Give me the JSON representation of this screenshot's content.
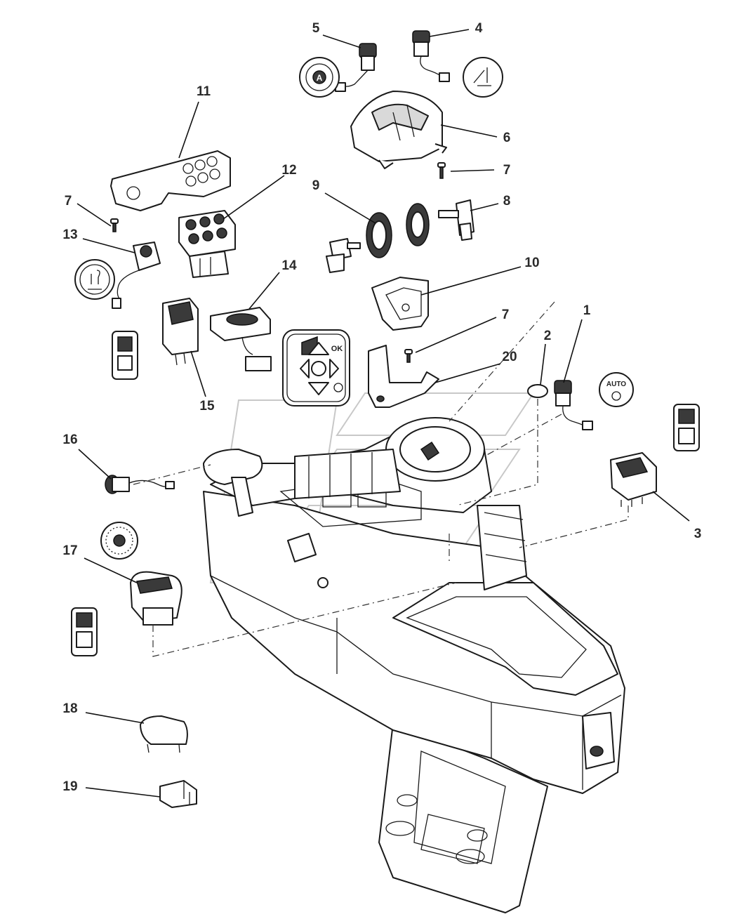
{
  "diagram": {
    "callouts": [
      "1",
      "2",
      "3",
      "4",
      "5",
      "6",
      "7",
      "8",
      "9",
      "10",
      "11",
      "12",
      "13",
      "14",
      "15",
      "16",
      "17",
      "18",
      "19",
      "20"
    ],
    "callout_7_repeats": [
      "7",
      "7",
      "7"
    ],
    "icon_texts": {
      "auto_label": "AUTO",
      "a_label": "A",
      "ok_label": "OK"
    }
  }
}
